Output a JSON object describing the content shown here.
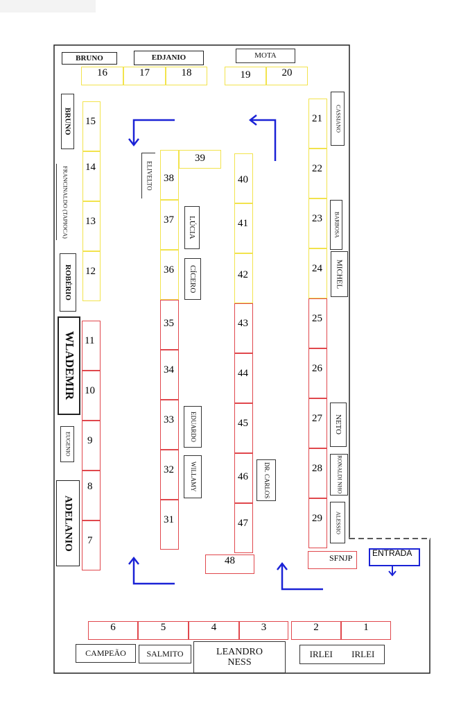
{
  "stalls": {
    "s1": "1",
    "s2": "2",
    "s3": "3",
    "s4": "4",
    "s5": "5",
    "s6": "6",
    "s7": "7",
    "s8": "8",
    "s9": "9",
    "s10": "10",
    "s11": "11",
    "s12": "12",
    "s13": "13",
    "s14": "14",
    "s15": "15",
    "s16": "16",
    "s17": "17",
    "s18": "18",
    "s19": "19",
    "s20": "20",
    "s21": "21",
    "s22": "22",
    "s23": "23",
    "s24": "24",
    "s25": "25",
    "s26": "26",
    "s27": "27",
    "s28": "28",
    "s29": "29",
    "s31": "31",
    "s32": "32",
    "s33": "33",
    "s34": "34",
    "s35": "35",
    "s36": "36",
    "s37": "37",
    "s38": "38",
    "s39": "39",
    "s40": "40",
    "s41": "41",
    "s42": "42",
    "s43": "43",
    "s44": "44",
    "s45": "45",
    "s46": "46",
    "s47": "47",
    "s48": "48"
  },
  "vendors": {
    "bruno_top": "BRUNO",
    "edjanio": "EDJANIO",
    "mota": "MOTA",
    "bruno_side": "BRUNO",
    "francinaldo": "FRANCINALDO (TAPIOCA)",
    "roberio": "ROBÉRIO",
    "wlademir": "WLADEMIR",
    "eugenio": "EUGENIO",
    "adelanio": "ADELANIO",
    "elivelto": "ELIVELTO",
    "lucia": "LÚCIA",
    "cicero": "CÍCERO",
    "eduardo": "EDUARDO",
    "willamy": "WILLAMY",
    "dr_carlos": "DR. CARLOS",
    "cassiano": "CASSIANO",
    "barbosa": "BARBOSA",
    "michel": "MICHEL",
    "neto": "NETO",
    "ronaldinho": "RONALDI NHO",
    "alessio": "ALESSIO",
    "sfnjp": "SFNJP",
    "campeao": "CAMPEÃO",
    "salmito": "SALMITO",
    "leandro": "LEANDRO NESS",
    "irlei1": "IRLEI",
    "irlei2": "IRLEI"
  },
  "entrance": "ENTRADA",
  "colors": {
    "yellow": "#f2e34c",
    "red": "#e0474c",
    "arrow": "#1a22d6",
    "outline": "#222222"
  }
}
